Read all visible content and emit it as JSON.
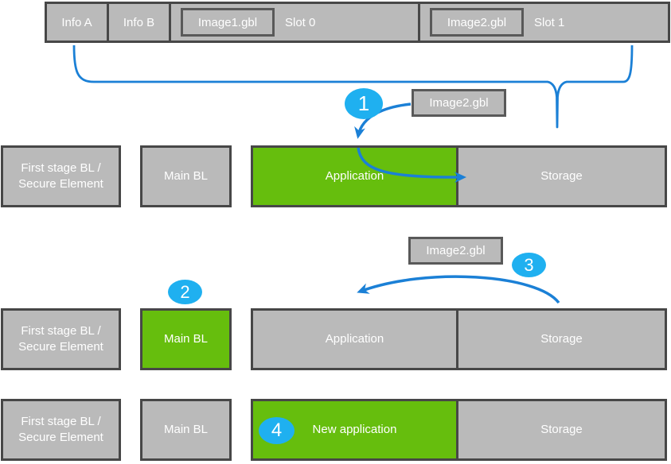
{
  "colors": {
    "box_gray": "#BABABA",
    "box_border": "#474747",
    "inner_box_border": "#595959",
    "highlight_green": "#66BE0D",
    "arrow_blue": "#1B80D6",
    "badge_blue": "#1FB0F0",
    "label_text": "#FFFFFF"
  },
  "flash_bar": {
    "info_a": "Info A",
    "info_b": "Info B",
    "slot0_label": "Slot 0",
    "slot0_image": "Image1.gbl",
    "slot1_label": "Slot 1",
    "slot1_image": "Image2.gbl"
  },
  "steps": {
    "s1": {
      "number": "1",
      "image_label": "Image2.gbl"
    },
    "s2": {
      "number": "2"
    },
    "s3": {
      "number": "3",
      "image_label": "Image2.gbl"
    },
    "s4": {
      "number": "4"
    }
  },
  "rows": [
    {
      "cells": [
        {
          "label": "First stage BL /\nSecure Element",
          "highlighted": false
        },
        {
          "label": "Main BL",
          "highlighted": false
        },
        {
          "label": "Application",
          "highlighted": true
        },
        {
          "label": "Storage",
          "highlighted": false
        }
      ]
    },
    {
      "cells": [
        {
          "label": "First stage BL /\nSecure Element",
          "highlighted": false
        },
        {
          "label": "Main BL",
          "highlighted": true
        },
        {
          "label": "Application",
          "highlighted": false
        },
        {
          "label": "Storage",
          "highlighted": false
        }
      ]
    },
    {
      "cells": [
        {
          "label": "First stage BL /\nSecure Element",
          "highlighted": false
        },
        {
          "label": "Main BL",
          "highlighted": false
        },
        {
          "label": "New application",
          "highlighted": true
        },
        {
          "label": "Storage",
          "highlighted": false
        }
      ]
    }
  ]
}
